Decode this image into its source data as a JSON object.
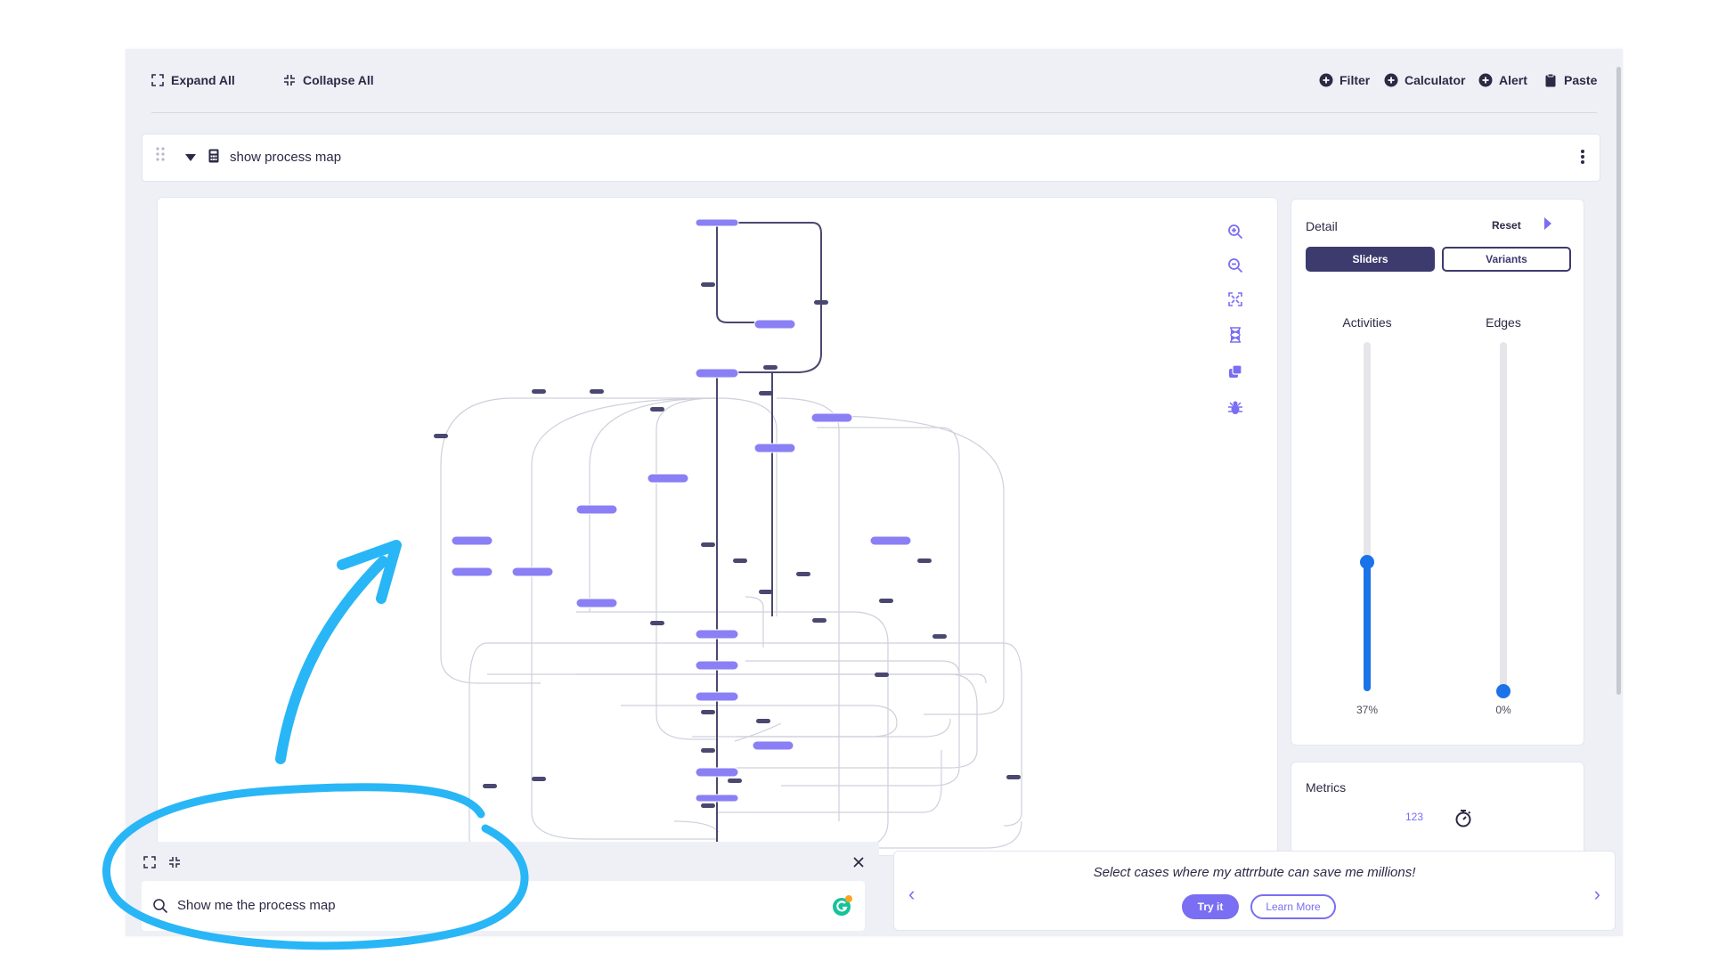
{
  "toolbar": {
    "expand_all": "Expand All",
    "collapse_all": "Collapse All",
    "filter": "Filter",
    "calculator": "Calculator",
    "alert": "Alert",
    "paste": "Paste"
  },
  "card": {
    "title": "show process map"
  },
  "detail": {
    "title": "Detail",
    "reset": "Reset",
    "tab_sliders": "Sliders",
    "tab_variants": "Variants",
    "activities_label": "Activities",
    "edges_label": "Edges",
    "activities": 0.37,
    "activities_value": "37%",
    "edges": 0.0,
    "edges_value": "0%"
  },
  "metrics": {
    "title": "Metrics",
    "count_icon_text": "123"
  },
  "chat": {
    "input_value": "Show me the process map"
  },
  "suggestion": {
    "text": "Select cases where my attrrbute can save me millions!",
    "try_it": "Try it",
    "learn_more": "Learn More"
  },
  "colors": {
    "accent": "#7a6ef2",
    "dark": "#3d3a6e",
    "slider": "#1a73e8",
    "annotation": "#29b6f6"
  }
}
